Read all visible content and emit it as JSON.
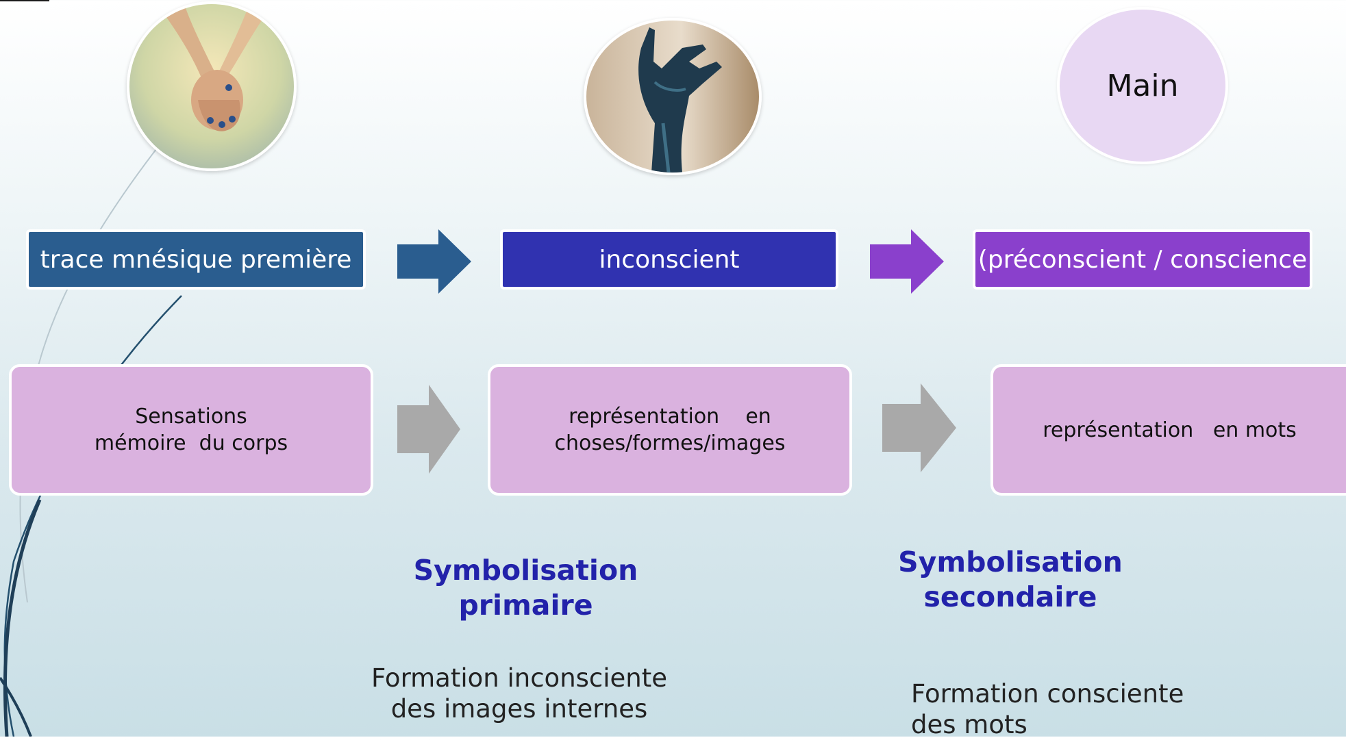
{
  "images": {
    "hands_holding": {
      "icon": "hands-holding-photo"
    },
    "sculpted_hand": {
      "icon": "sculpted-hand-photo"
    }
  },
  "main_circle": {
    "label": "Main",
    "color": "#e8d8f3"
  },
  "top_row": [
    {
      "label": "trace mnésique première",
      "color": "#2a5d8f"
    },
    {
      "label": "inconscient",
      "color": "#3032b0"
    },
    {
      "label": "(préconscient / conscience",
      "color": "#8a40cc"
    }
  ],
  "top_arrows": [
    {
      "icon": "arrow-right-icon",
      "color": "#2a5d8f"
    },
    {
      "icon": "arrow-right-icon",
      "color": "#8a40cc"
    }
  ],
  "bottom_row": [
    {
      "label": "Sensations\nmémoire  du corps"
    },
    {
      "label": "représentation    en\nchoses/formes/images"
    },
    {
      "label": "représentation   en mots"
    }
  ],
  "bottom_arrows": [
    {
      "icon": "arrow-right-icon",
      "color": "#a9a9a9"
    },
    {
      "icon": "arrow-right-icon",
      "color": "#a9a9a9"
    }
  ],
  "symbolisation": [
    {
      "title": "Symbolisation\nprimaire",
      "description": "Formation inconsciente\ndes images internes"
    },
    {
      "title": "Symbolisation\nsecondaire",
      "description": "Formation consciente\ndes mots"
    }
  ]
}
